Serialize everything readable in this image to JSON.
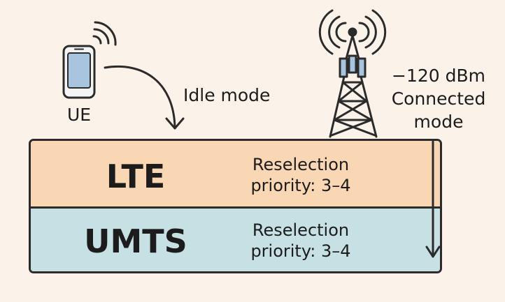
{
  "ue": {
    "label": "UE",
    "phone_icon": "mobile-phone-icon",
    "signal_icon": "wireless-signal-icon"
  },
  "idle_transition": {
    "label": "Idle mode"
  },
  "tower": {
    "icon": "cell-tower-icon",
    "signal_level": "−120 dBm",
    "mode_line1": "Connected",
    "mode_line2": "mode"
  },
  "rats": [
    {
      "name": "LTE",
      "priority_line1": "Reselection",
      "priority_line2": "priority: 3–4",
      "color": "#f9d6b4"
    },
    {
      "name": "UMTS",
      "priority_line1": "Reselection",
      "priority_line2": "priority: 3–4",
      "color": "#c6e0e4"
    }
  ],
  "colors": {
    "background": "#fbf3ea",
    "stroke": "#2b2b2b",
    "phone_screen": "#a9c4de"
  }
}
